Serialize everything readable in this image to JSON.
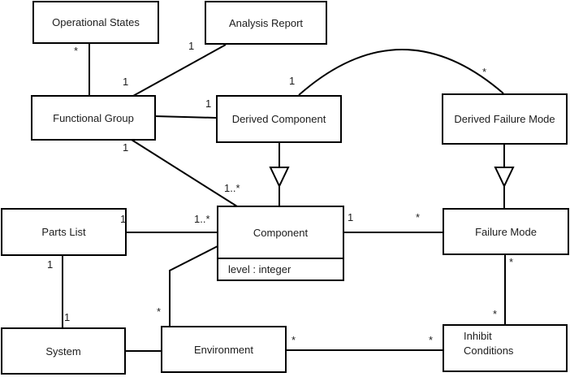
{
  "diagram": {
    "type": "uml-class-diagram",
    "colors": {
      "background": "#ffffff",
      "box_fill": "#ffffff",
      "line": "#000000",
      "text": "#1c1c1c"
    },
    "nodes": {
      "operational_states": {
        "label": "Operational States"
      },
      "analysis_report": {
        "label": "Analysis Report"
      },
      "functional_group": {
        "label": "Functional Group"
      },
      "derived_component": {
        "label": "Derived Component"
      },
      "derived_failure_mode": {
        "label": "Derived Failure Mode"
      },
      "parts_list": {
        "label": "Parts List"
      },
      "component": {
        "label": "Component",
        "attribute": "level : integer"
      },
      "failure_mode": {
        "label": "Failure Mode"
      },
      "system": {
        "label": "System"
      },
      "environment": {
        "label": "Environment"
      },
      "inhibit_conditions": {
        "label": "Inhibit\nConditions"
      }
    },
    "edge_labels": {
      "os_fg_at_os": "*",
      "ar_fg_at_ar": "1",
      "ar_fg_at_fg": "1",
      "fg_dc_at_dc": "1",
      "fg_comp_at_fg": "1",
      "fg_comp_at_comp": "1..*",
      "dc_dfm_at_dc": "1",
      "dc_dfm_at_dfm": "*",
      "pl_comp_at_pl": "1",
      "pl_comp_at_comp": "1..*",
      "comp_fm_at_comp": "1",
      "comp_fm_at_fm": "*",
      "pl_sys_at_pl": "1",
      "pl_sys_at_sys": "1",
      "comp_env_at_env": "*",
      "env_ic_at_env": "*",
      "env_ic_at_ic": "*",
      "fm_ic_at_fm": "*",
      "fm_ic_at_ic": "*"
    }
  }
}
